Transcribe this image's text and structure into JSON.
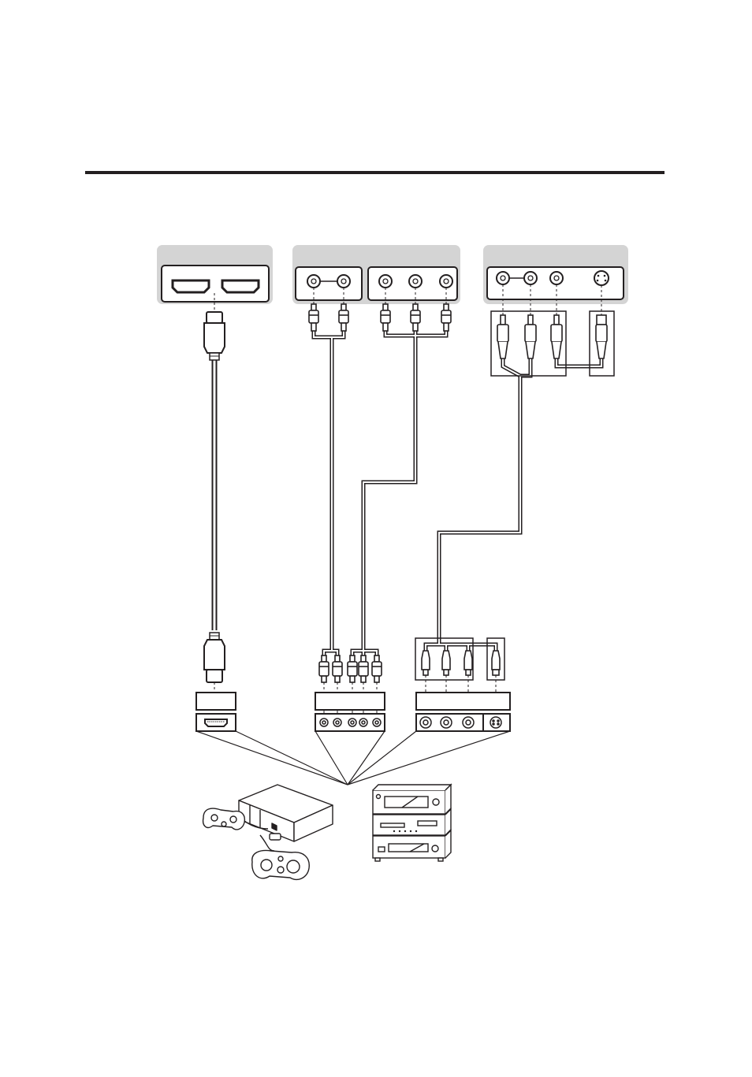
{
  "page": {
    "has_rule": true
  },
  "panels": [
    {
      "id": "hdmi-panel",
      "ports": [
        "hdmi-port",
        "hdmi-port"
      ]
    },
    {
      "id": "av-panel",
      "ports": [
        "audio-l-jack",
        "audio-r-jack",
        "component-y-jack",
        "component-pb-jack",
        "component-pr-jack"
      ]
    },
    {
      "id": "av-panel-2",
      "ports": [
        "audio-l-jack",
        "audio-r-jack",
        "video-jack",
        "s-video-jack"
      ]
    }
  ],
  "cables": [
    {
      "id": "hdmi-cable",
      "connector": "hdmi-plug"
    },
    {
      "id": "audio-cable",
      "connector": "rca-plug",
      "count": 2
    },
    {
      "id": "component-cable",
      "connector": "rca-plug",
      "count": 3
    },
    {
      "id": "av-cable",
      "connector": "rca-plug",
      "count": 3
    },
    {
      "id": "s-video-cable",
      "connector": "s-video-plug"
    }
  ],
  "devices": [
    {
      "id": "game-console",
      "icon": "game-console-icon"
    },
    {
      "id": "av-components",
      "icon": "stereo-stack-icon"
    }
  ],
  "colors": {
    "panel_bg": "#d4d4d4",
    "line": "#231f20",
    "rule": "#231f20"
  }
}
